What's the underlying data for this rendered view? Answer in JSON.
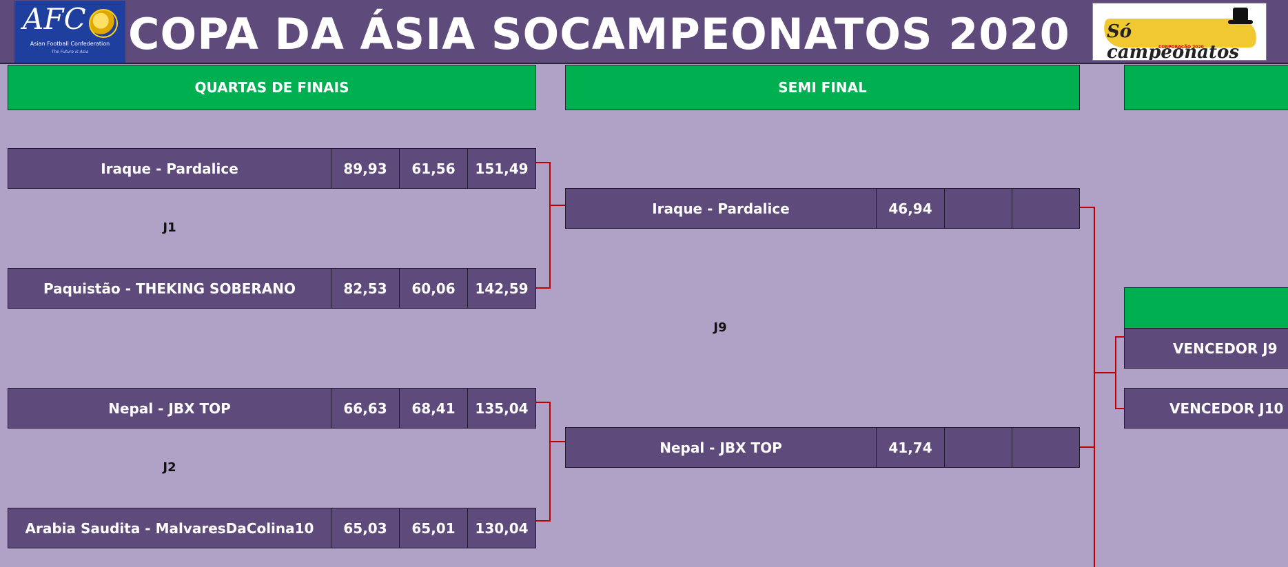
{
  "header": {
    "title": "COPA DA ÁSIA SOCAMPEONATOS  2020",
    "afc_logo": {
      "letters": "AFC",
      "subtitle": "Asian Football Confederation",
      "tagline": "The Future is Asia"
    },
    "sc_logo": {
      "text": "Só campeonatos",
      "small": "CORPORAÇÃO 2020"
    }
  },
  "rounds": {
    "quarters_label": "QUARTAS DE FINAIS",
    "semis_label": "SEMI FINAL"
  },
  "quarters": [
    {
      "team": "Iraque - Pardalice",
      "s1": "89,93",
      "s2": "61,56",
      "total": "151,49"
    },
    {
      "team": "Paquistão - THEKING SOBERANO",
      "s1": "82,53",
      "s2": "60,06",
      "total": "142,59"
    },
    {
      "team": "Nepal - JBX TOP",
      "s1": "66,63",
      "s2": "68,41",
      "total": "135,04"
    },
    {
      "team": "Arabia Saudita - MalvaresDaColina10",
      "s1": "65,03",
      "s2": "65,01",
      "total": "130,04"
    }
  ],
  "game_labels": {
    "j1": "J1",
    "j2": "J2",
    "j9": "J9"
  },
  "semis": [
    {
      "team": "Iraque - Pardalice",
      "s1": "46,94",
      "s2": "",
      "total": ""
    },
    {
      "team": "Nepal - JBX TOP",
      "s1": "41,74",
      "s2": "",
      "total": ""
    }
  ],
  "final": [
    {
      "team": "VENCEDOR J9"
    },
    {
      "team": "VENCEDOR J10"
    }
  ],
  "colors": {
    "background": "#b0a1c6",
    "header": "#5e4a7b",
    "cell": "#5e4a7b",
    "green": "#00b050",
    "connector": "#c00000"
  }
}
